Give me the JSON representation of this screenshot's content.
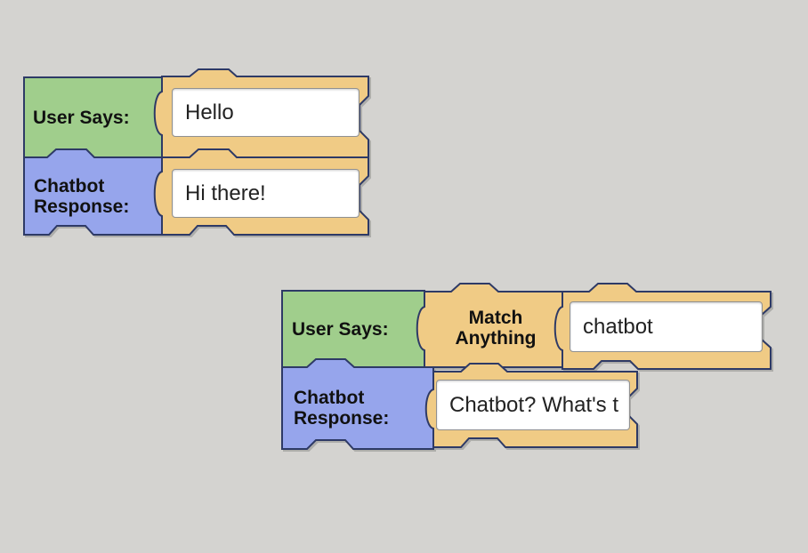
{
  "colors": {
    "canvas_background": "#d4d3d0",
    "green_block": "#a0ce8c",
    "blue_block": "#96a5ec",
    "tan_block": "#f0cb85",
    "outline": "#2e3a66"
  },
  "group1": {
    "user_says_label": "User Says:",
    "user_says_value": "Hello",
    "response_label": "Chatbot Response:",
    "response_value": "Hi there!"
  },
  "group2": {
    "user_says_label": "User Says:",
    "match_anything_label": "Match Anything",
    "match_value": "chatbot",
    "response_label": "Chatbot Response:",
    "response_value": "Chatbot? What's t"
  }
}
